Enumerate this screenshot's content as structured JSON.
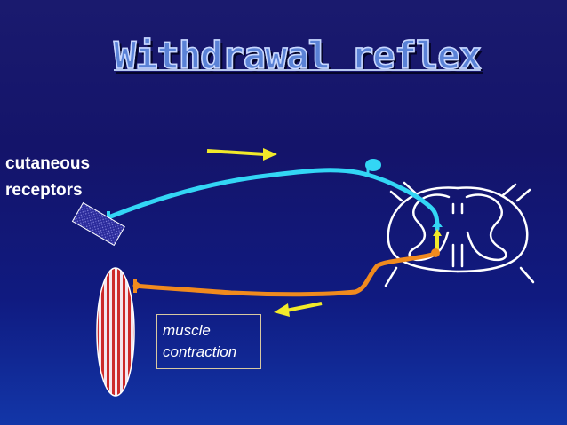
{
  "slide": {
    "title": "Withdrawal reflex",
    "labels": {
      "cutaneous_line1": "cutaneous",
      "cutaneous_line2": "receptors",
      "muscle_line1": "muscle",
      "muscle_line2": "contraction"
    },
    "colors": {
      "background_top": "#1a1a6e",
      "background_bottom": "#1236a8",
      "sensory_neuron": "#33d6f5",
      "motor_neuron": "#f08a1e",
      "interneuron": "#f2ea2a",
      "arrow": "#f2ea2a",
      "spinal_cord_outline": "#ffffff",
      "receptor_patch": "#2a2a9a",
      "muscle_stripes": "#cc2a2a"
    }
  }
}
